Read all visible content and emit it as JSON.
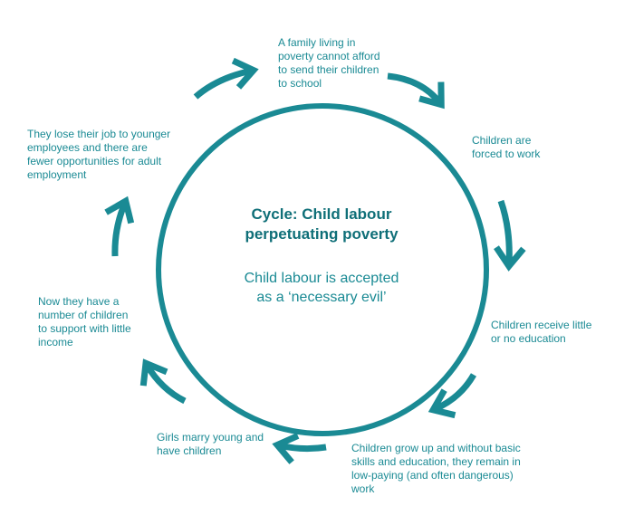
{
  "colors": {
    "accent": "#1a8a94",
    "title_text": "#0f6f78",
    "label_text": "#1a8a94",
    "background": "#ffffff"
  },
  "center": {
    "title_line1": "Cycle: Child labour",
    "title_line2": "perpetuating poverty",
    "subtitle_line1": "Child labour is accepted",
    "subtitle_line2": "as a ‘necessary evil’"
  },
  "stages": [
    {
      "lines": [
        "A family living in",
        "poverty cannot afford",
        "to send their children",
        "to school"
      ]
    },
    {
      "lines": [
        "Children are",
        "forced to work"
      ]
    },
    {
      "lines": [
        "Children receive little",
        "or no education"
      ]
    },
    {
      "lines": [
        "Children grow up and without basic",
        "skills and education, they remain in",
        "low-paying (and often dangerous)",
        "work"
      ]
    },
    {
      "lines": [
        "Girls marry young and",
        "have children"
      ]
    },
    {
      "lines": [
        "Now they have a",
        "number of children",
        "to support with little",
        "income"
      ]
    },
    {
      "lines": [
        "They lose their job to younger",
        "employees and there are",
        "fewer opportunities for adult",
        "employment"
      ]
    }
  ],
  "arrows": [
    {
      "name": "arrow-to-stage-1-icon",
      "direction": "northeast"
    },
    {
      "name": "arrow-to-stage-2-icon",
      "direction": "southeast"
    },
    {
      "name": "arrow-to-stage-3-icon",
      "direction": "south"
    },
    {
      "name": "arrow-to-stage-4-icon",
      "direction": "southwest"
    },
    {
      "name": "arrow-to-stage-5-icon",
      "direction": "west"
    },
    {
      "name": "arrow-to-stage-6-icon",
      "direction": "northwest"
    },
    {
      "name": "arrow-to-stage-7-icon",
      "direction": "north"
    }
  ]
}
